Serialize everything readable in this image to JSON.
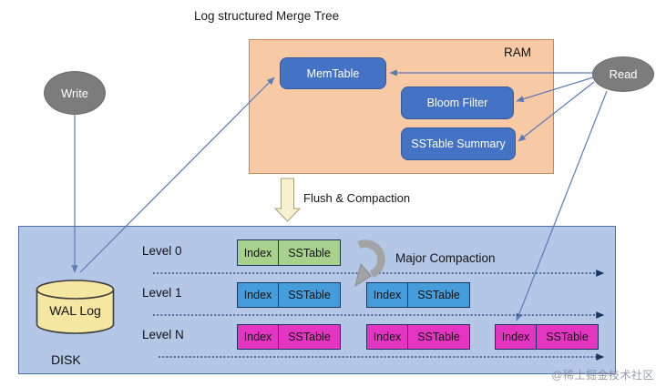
{
  "title": "Log structured Merge Tree",
  "actors": {
    "write": "Write",
    "read": "Read"
  },
  "ram": {
    "label": "RAM",
    "memtable": "MemTable",
    "bloom_filter": "Bloom Filter",
    "sstable_summary": "SSTable Summary"
  },
  "flush_label": "Flush & Compaction",
  "disk": {
    "label": "DISK",
    "wal_label": "WAL Log",
    "major_compaction_label": "Major Compaction",
    "levels": [
      {
        "label": "Level 0",
        "color": "#a9d18e",
        "groups": [
          [
            "Index",
            "SSTable"
          ]
        ]
      },
      {
        "label": "Level 1",
        "color": "#459edb",
        "groups": [
          [
            "Index",
            "SSTable"
          ],
          [
            "Index",
            "SSTable"
          ]
        ]
      },
      {
        "label": "Level N",
        "color": "#e435c2",
        "groups": [
          [
            "Index",
            "SSTable"
          ],
          [
            "Index",
            "SSTable"
          ],
          [
            "Index",
            "SSTable"
          ]
        ]
      }
    ]
  },
  "colors": {
    "node_blue": "#4472c4",
    "ram_fill": "#f7caa5",
    "disk_fill": "#b4c7e7",
    "wal_fill": "#f5e6a1",
    "actor_gray": "#7c7c7c",
    "connector": "#5b79b5",
    "dotted_line": "#17375e",
    "compaction_arrow_gray": "#a3a3a3",
    "flush_arrow_fill": "#f8f0cf"
  },
  "watermark": "@稀土掘金技术社区"
}
